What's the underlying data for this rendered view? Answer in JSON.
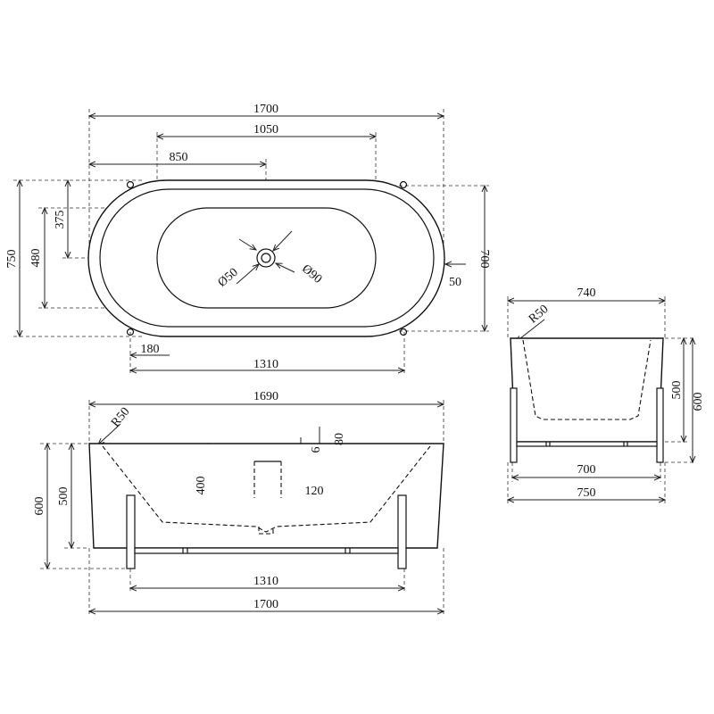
{
  "colors": {
    "line": "#111111",
    "background": "#ffffff"
  },
  "top_view": {
    "overall_length": "1700",
    "inner_basin_length": "1050",
    "drain_offset": "850",
    "overall_width": "750",
    "inner_width": "480",
    "drain_center_offset": "375",
    "rim_width": "700",
    "rim_edge": "50",
    "foot_offset": "180",
    "foot_span": "1310",
    "drain_small_dia": "Ø50",
    "drain_large_dia": "Ø90"
  },
  "front_view": {
    "top_length": "1690",
    "corner_radius": "R50",
    "total_height": "600",
    "body_height": "500",
    "basin_depth": "400",
    "overflow_dim_6": "6",
    "overflow_dim_80": "80",
    "overflow_offset": "120",
    "foot_span": "1310",
    "base_length": "1700"
  },
  "side_view": {
    "top_width": "740",
    "corner_radius": "R50",
    "body_height": "500",
    "total_height": "600",
    "inner_foot_width": "700",
    "base_width": "750"
  }
}
